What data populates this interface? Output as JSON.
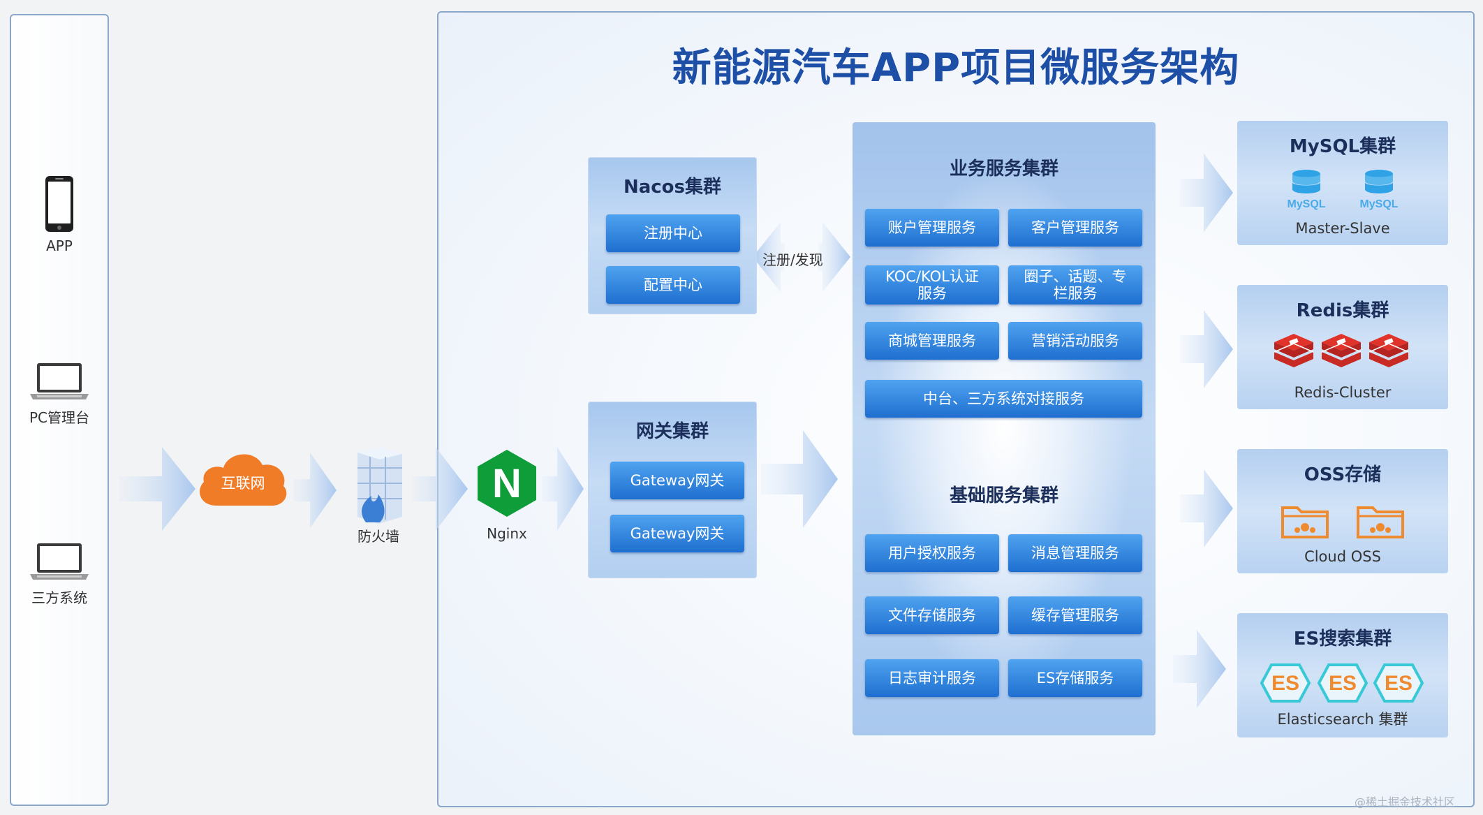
{
  "title": "新能源汽车APP项目微服务架构",
  "clients": [
    {
      "label": "APP",
      "icon": "smartphone-icon"
    },
    {
      "label": "PC管理台",
      "icon": "laptop-icon"
    },
    {
      "label": "三方系统",
      "icon": "laptop-icon"
    }
  ],
  "flow": {
    "internet": "互联网",
    "firewall": "防火墙",
    "nginx": "Nginx",
    "nginx_letter": "N"
  },
  "nacos": {
    "title": "Nacos集群",
    "items": [
      "注册中心",
      "配置中心"
    ]
  },
  "register_label": "注册/发现",
  "gateway": {
    "title": "网关集群",
    "items": [
      "Gateway网关",
      "Gateway网关"
    ]
  },
  "business": {
    "title": "业务服务集群",
    "items": [
      "账户管理服务",
      "客户管理服务",
      "KOC/KOL认证\n服务",
      "圈子、话题、专\n栏服务",
      "商城管理服务",
      "营销活动服务",
      "中台、三方系统对接服务"
    ]
  },
  "base": {
    "title": "基础服务集群",
    "items": [
      "用户授权服务",
      "消息管理服务",
      "文件存储服务",
      "缓存管理服务",
      "日志审计服务",
      "ES存储服务"
    ]
  },
  "storage": [
    {
      "title": "MySQL集群",
      "sub": "Master-Slave",
      "icon": "mysql-icon",
      "icon_text": "MySQL"
    },
    {
      "title": "Redis集群",
      "sub": "Redis-Cluster",
      "icon": "redis-icon"
    },
    {
      "title": "OSS存储",
      "sub": "Cloud OSS",
      "icon": "oss-folder-icon"
    },
    {
      "title": "ES搜索集群",
      "sub": "Elasticsearch 集群",
      "icon": "es-hexagon-icon",
      "icon_text": "ES"
    }
  ],
  "watermark": "@稀土掘金技术社区",
  "colors": {
    "title": "#1d4fa6",
    "button": "#2a7fdc",
    "internet": "#f07c28",
    "nginx": "#0f9d3a",
    "redis": "#e0342b",
    "oss": "#f08a2e",
    "es": "#f08a2e",
    "es_border": "#38c8d6",
    "mysql": "#2fa3e6"
  }
}
